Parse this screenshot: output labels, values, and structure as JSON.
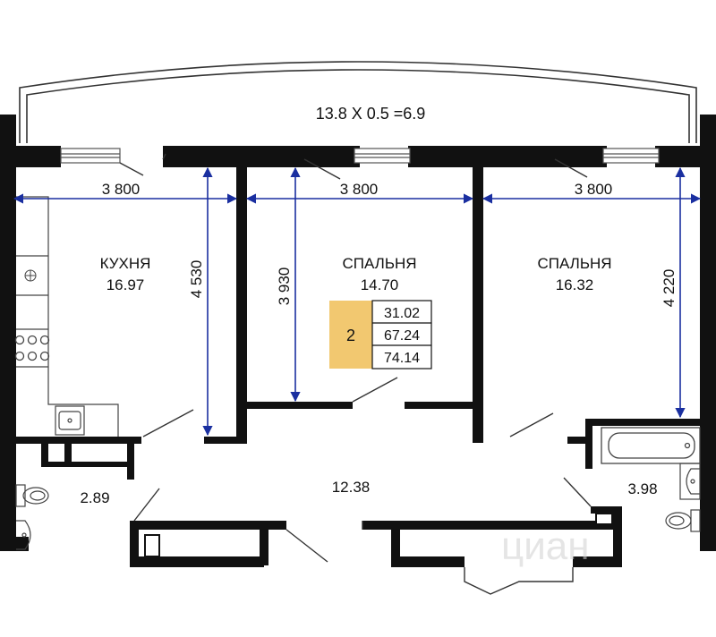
{
  "balcony_label": "13.8 X 0.5 =6.9",
  "dimensions": {
    "width_kitchen": "3 800",
    "width_bedroom_1": "3 800",
    "width_bedroom_2": "3 800",
    "height_kitchen": "4 530",
    "height_bedroom_1": "3 930",
    "height_bedroom_2": "4 220"
  },
  "rooms": {
    "kitchen": {
      "name": "КУХНЯ",
      "area": "16.97"
    },
    "bedroom_1": {
      "name": "СПАЛЬНЯ",
      "area": "14.70"
    },
    "bedroom_2": {
      "name": "СПАЛЬНЯ",
      "area": "16.32"
    },
    "hall_area": "12.38",
    "wc_area": "2.89",
    "bathroom_area": "3.98"
  },
  "summary": {
    "rooms_count": "2",
    "living_area": "31.02",
    "total_area": "67.24",
    "total_with_balcony": "74.14"
  },
  "colors": {
    "wall": "#111111",
    "dimension_line": "#1a2fa0",
    "rooms_badge": "#f2c870",
    "fixture_stroke": "#444444"
  },
  "watermark": "циан"
}
